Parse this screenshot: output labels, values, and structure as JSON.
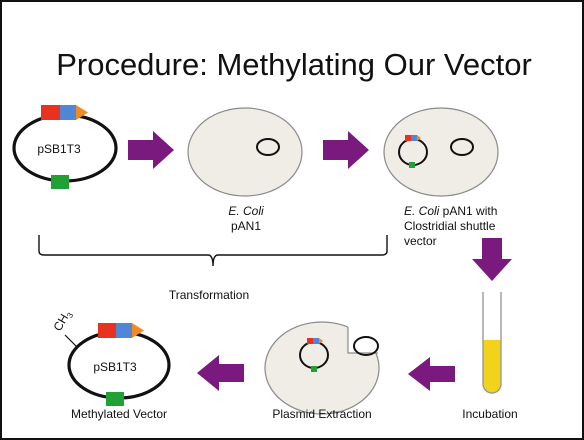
{
  "title": "Procedure: Methylating Our Vector",
  "colors": {
    "arrow": "#7a1a7e",
    "cell_fill": "#efede6",
    "cell_stroke": "#8a8a8a",
    "segment_red": "#e8321e",
    "segment_blue": "#4f86d6",
    "segment_orange": "#f08a22",
    "marker_green": "#21a035",
    "culture": "#f3d21c"
  },
  "steps": {
    "start": {
      "plasmid_label": "pSB1T3"
    },
    "ecoli": {
      "line1": "E. Coli",
      "line2": "pAN1"
    },
    "shuttle": {
      "line1_italic": "E. Coli",
      "line1_rest": " pAN1 with",
      "line2": "Clostridial shuttle",
      "line3": "vector"
    },
    "transformation": {
      "label": "Transformation"
    },
    "incubation": {
      "label": "Incubation"
    },
    "extraction": {
      "label": "Plasmid Extraction"
    },
    "methylated": {
      "plasmid_label": "pSB1T3",
      "methyl": "CH",
      "methyl_sub": "3",
      "label": "Methylated Vector"
    }
  }
}
